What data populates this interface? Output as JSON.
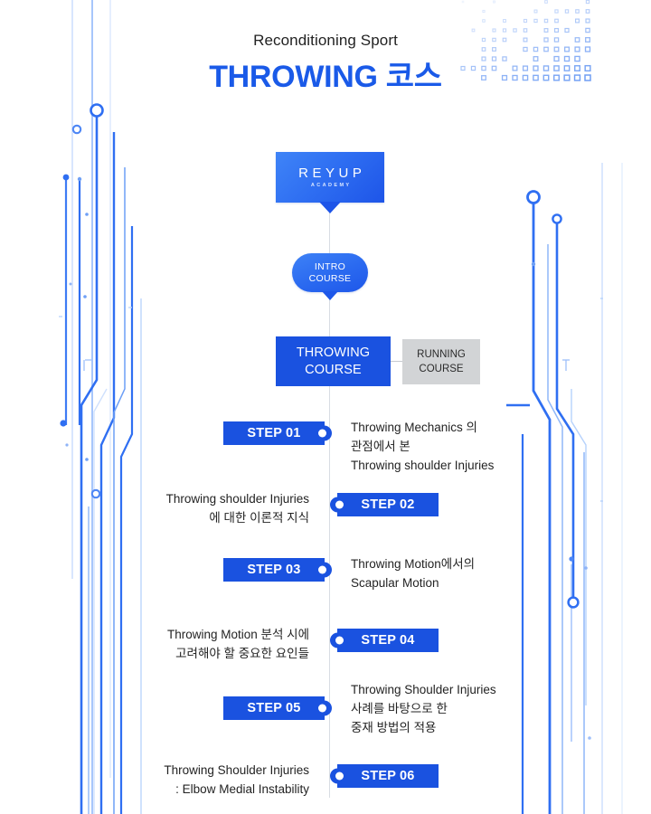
{
  "header": {
    "subtitle": "Reconditioning Sport",
    "title": "THROWING 코스",
    "title_color": "#1a5ae8"
  },
  "logo": {
    "wordmark": "REYUP",
    "sub": "ACADEMY"
  },
  "intro": {
    "line1": "INTRO",
    "line2": "COURSE"
  },
  "courses": {
    "selected": {
      "line1": "THROWING",
      "line2": "COURSE",
      "color": "#1a52e0"
    },
    "other": {
      "line1": "RUNNING",
      "line2": "COURSE",
      "color": "#d2d4d6"
    }
  },
  "steps": [
    {
      "label": "STEP 01",
      "side": "right",
      "desc": "Throwing Mechanics 의\n관점에서 본\nThrowing shoulder Injuries"
    },
    {
      "label": "STEP 02",
      "side": "left",
      "desc": "Throwing shoulder Injuries\n에 대한 이론적 지식"
    },
    {
      "label": "STEP 03",
      "side": "right",
      "desc": "Throwing Motion에서의\nScapular Motion"
    },
    {
      "label": "STEP 04",
      "side": "left",
      "desc": "Throwing Motion 분석 시에\n고려해야 할 중요한 요인들"
    },
    {
      "label": "STEP 05",
      "side": "right",
      "desc": "Throwing Shoulder Injuries\n사례를 바탕으로 한\n중재 방법의 적용"
    },
    {
      "label": "STEP 06",
      "side": "left",
      "desc": "Throwing Shoulder Injuries\n: Elbow Medial Instability"
    }
  ],
  "theme": {
    "accent": "#1a52e0",
    "accent_light": "#3e82f6",
    "line": "#d8dde3",
    "gray_box": "#d2d4d6"
  }
}
